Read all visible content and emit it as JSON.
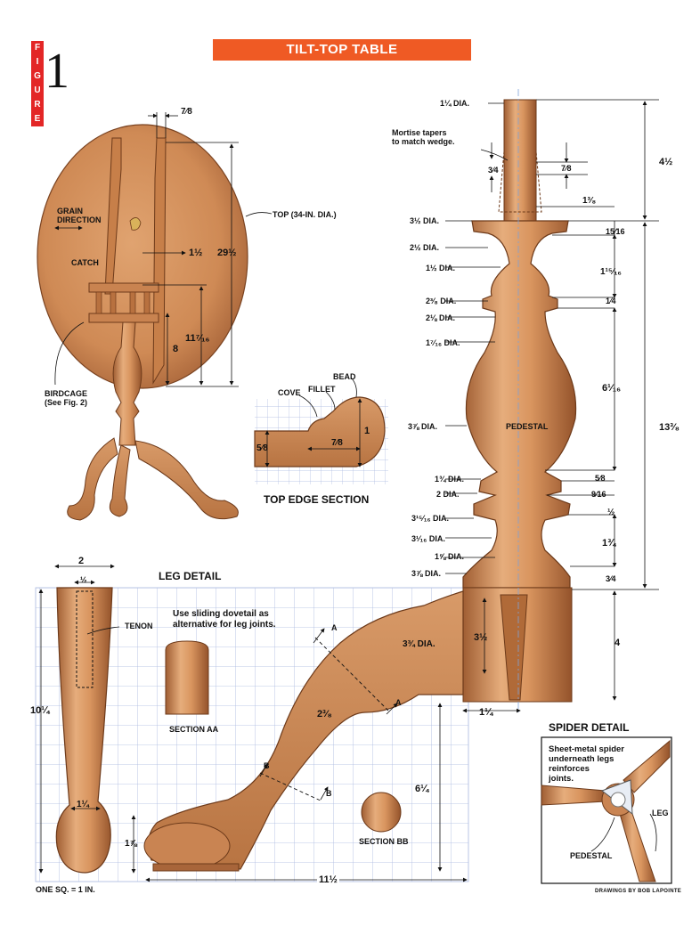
{
  "title": "TILT-TOP TABLE",
  "figure": {
    "letters": [
      "F",
      "I",
      "G",
      "U",
      "R",
      "E"
    ],
    "number": "1"
  },
  "sections": {
    "top_edge": "TOP EDGE SECTION",
    "leg_detail": "LEG DETAIL",
    "spider_detail": "SPIDER DETAIL",
    "section_aa": "SECTION AA",
    "section_bb": "SECTION BB"
  },
  "callouts": {
    "grain_direction": "GRAIN\nDIRECTION",
    "catch": "CATCH",
    "top": "TOP (34-IN. DIA.)",
    "birdcage": "BIRDCAGE\n(See Fig. 2)",
    "cove": "COVE",
    "fillet": "FILLET",
    "bead": "BEAD",
    "mortise": "Mortise tapers\nto match wedge.",
    "pedestal": "PEDESTAL",
    "tenon": "TENON",
    "dovetail_note": "Use sliding dovetail as\nalternative for leg joints.",
    "spider_note": "Sheet-metal spider\nunderneath legs\nreinforces\njoints.",
    "spider_leg": "LEG",
    "spider_pedestal": "PEDESTAL",
    "grid_scale": "ONE SQ. = 1 IN.",
    "credit": "DRAWINGS BY BOB LAPOINTE",
    "a_upper": "A",
    "a_lower": "A",
    "b_upper": "B",
    "b_lower": "B"
  },
  "table_dims": {
    "d7_8": "7⁄8",
    "d1_5": "1½",
    "d29_5": "29½",
    "d11_7_16": "11⁷⁄₁₆",
    "d8": "8"
  },
  "edge_dims": {
    "d1": "1",
    "d7_8": "7⁄8",
    "d5_8": "5⁄8"
  },
  "pedestal_dias": [
    "1¼ DIA.",
    "3½ DIA.",
    "2½ DIA.",
    "1½ DIA.",
    "2³⁄₈ DIA.",
    "2⅛ DIA.",
    "1⁷⁄₁₆ DIA.",
    "3⅞ DIA.",
    "1¾ DIA.",
    "2 DIA.",
    "3¹⁵⁄₁₆ DIA.",
    "3¹⁄₁₆ DIA.",
    "1⅝ DIA.",
    "3⅞ DIA."
  ],
  "pedestal_dims": {
    "d3_4": "3⁄4",
    "d7_8": "7⁄8",
    "d1_3_8": "1³⁄₈",
    "d4_5": "4½",
    "d15_16": "15⁄16",
    "d1_15_16": "1¹⁵⁄₁₆",
    "d1_4": "1⁄4",
    "d6_1_16": "6¹⁄₁₆",
    "d5_8": "5⁄8",
    "d9_16": "9⁄16",
    "d1_2": "½",
    "d1_3_4": "1¾",
    "d3_4b": "3⁄4",
    "d13_3_8": "13³⁄₈",
    "d4": "4"
  },
  "leg_dims": {
    "d2": "2",
    "d1_2": "½",
    "d10_1_4": "10¼",
    "d1_1_4": "1¼",
    "d1_7_8": "1⅞",
    "d3_3_4dia": "3¾ DIA.",
    "d3_1_2": "3½",
    "d2_3_8": "2³⁄₈",
    "d1_1_4b": "1¼",
    "d6_1_4": "6¼",
    "d11_1_2": "11½"
  }
}
